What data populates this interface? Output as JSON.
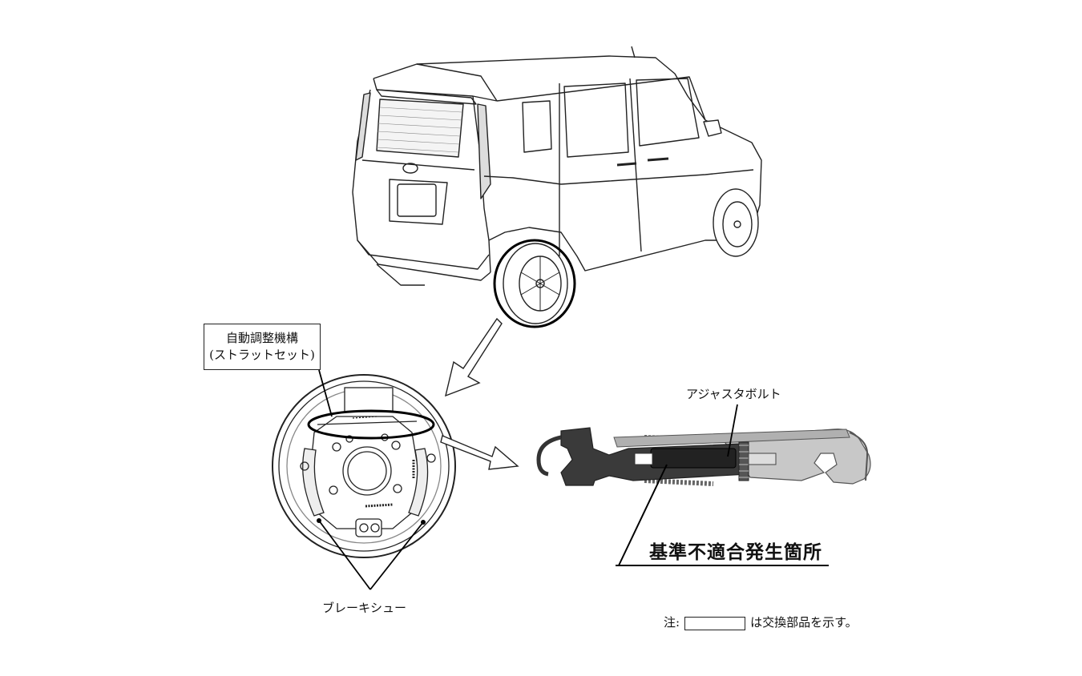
{
  "callout_mechanism": {
    "line1": "自動調整機構",
    "line2": "(ストラットセット)"
  },
  "adjuster_bolt_label": "アジャスタボルト",
  "defect_location_label": "基準不適合発生箇所",
  "brake_shoe_label": "ブレーキシュー",
  "note": {
    "prefix": "注:",
    "suffix": "は交換部品を示す。"
  }
}
